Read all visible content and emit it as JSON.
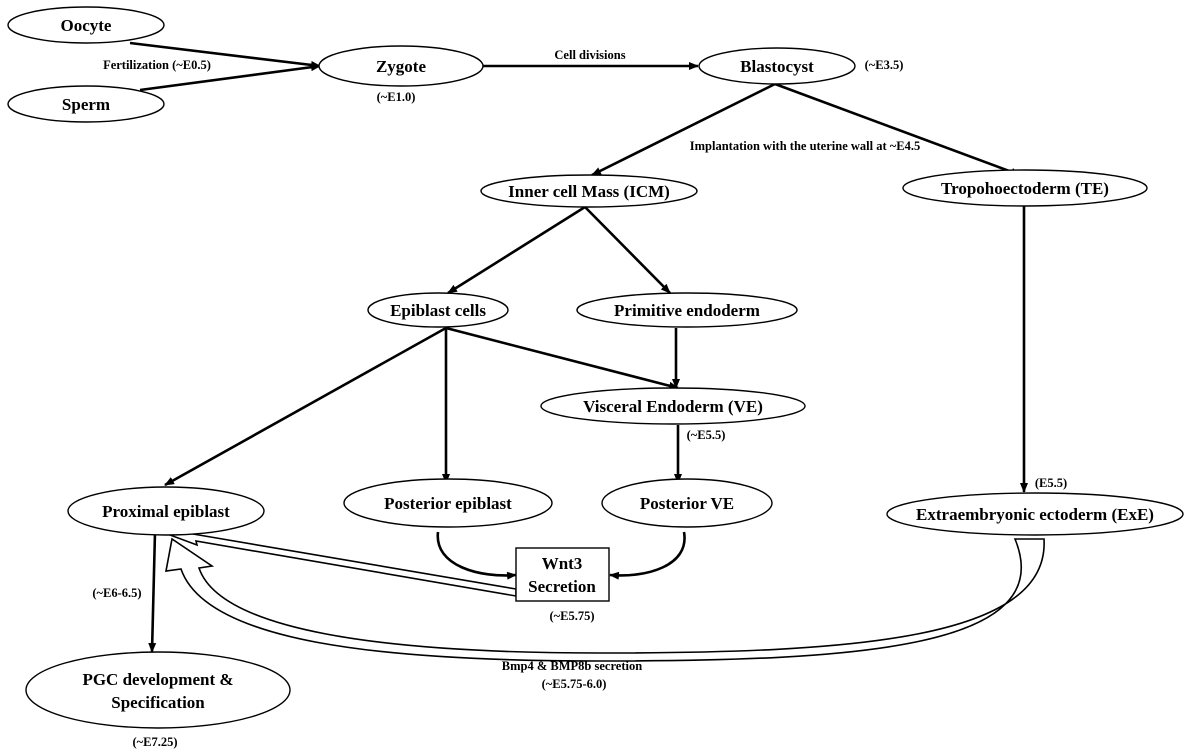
{
  "nodes": {
    "oocyte": "Oocyte",
    "sperm": "Sperm",
    "zygote": "Zygote",
    "blastocyst": "Blastocyst",
    "icm": "Inner cell Mass (ICM)",
    "te": "Tropohoectoderm (TE)",
    "epiblast": "Epiblast cells",
    "prim_endoderm": "Primitive endoderm",
    "ve": "Visceral Endoderm (VE)",
    "proximal_epiblast": "Proximal epiblast",
    "posterior_epiblast": "Posterior epiblast",
    "posterior_ve": "Posterior VE",
    "exe": "Extraembryonic ectoderm (ExE)",
    "wnt3_line1": "Wnt3",
    "wnt3_line2": "Secretion",
    "pgc_line1": "PGC development &",
    "pgc_line2": "Specification"
  },
  "edge_labels": {
    "fertilization": "Fertilization (~E0.5)",
    "cell_divisions": "Cell divisions",
    "implantation": "Implantation with the uterine wall at ~E4.5",
    "bmp": "Bmp4 & BMP8b secretion"
  },
  "stage_labels": {
    "zygote": "(~E1.0)",
    "blastocyst": "(~E3.5)",
    "ve": "(~E5.5)",
    "exe": "(E5.5)",
    "pgc_arrow": "(~E6-6.5)",
    "wnt3": "(~E5.75)",
    "bmp": "(~E5.75-6.0)",
    "pgc": "(~E7.25)"
  }
}
